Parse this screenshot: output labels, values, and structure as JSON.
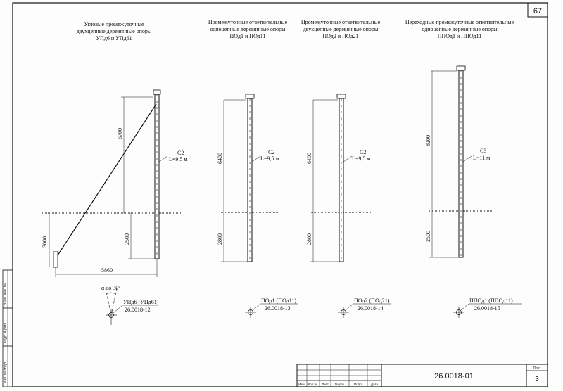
{
  "sheet_number": "67",
  "document_code": "26.0018-01",
  "sheet_label": "Лист",
  "sheet_value": "3",
  "title_block_headers": [
    "Изм.",
    "Кол.уч.",
    "Лист",
    "№ док.",
    "Подп.",
    "Дата"
  ],
  "side_stamp": [
    "Инв. № подл.",
    "Подп. и дата",
    "Взам. инв. №"
  ],
  "poles": [
    {
      "title": [
        "Угловые промежуточные",
        "двухцепные деревянные опоры",
        "УПд6 и УПд61"
      ],
      "top_dim": "6700",
      "bottom_dim": "2500",
      "strut_dim": "3000",
      "span_dim": "5860",
      "pole_label": "С2",
      "length_label": "L=9,5 м",
      "angle_label": "α до 30°",
      "type_name": "УПд6 (УПд61)",
      "type_code": "26.0018-12"
    },
    {
      "title": [
        "Промежуточные ответвительные",
        "одноцепные деревянные опоры",
        "ПОд1 и ПОд11"
      ],
      "top_dim": "6400",
      "bottom_dim": "2800",
      "pole_label": "С2",
      "length_label": "L=9,5 м",
      "type_name": "ПОд1 (ПОд11)",
      "type_code": "26.0018-13"
    },
    {
      "title": [
        "Промежуточные ответвительные",
        "двухцепные деревянные опоры",
        "ПОд2 и ПОд21"
      ],
      "top_dim": "6400",
      "bottom_dim": "2800",
      "pole_label": "С2",
      "length_label": "L=9,5 м",
      "type_name": "ПОд2 (ПОд21)",
      "type_code": "26.0018-14"
    },
    {
      "title": [
        "Переходные промежуточные ответвительные",
        "одноцепные деревянные опоры",
        "ППОд1 и ППОд11"
      ],
      "top_dim": "8200",
      "bottom_dim": "2500",
      "pole_label": "С3",
      "length_label": "L=11 м",
      "type_name": "ППОд1 (ППОд11)",
      "type_code": "26.0018-15"
    }
  ]
}
